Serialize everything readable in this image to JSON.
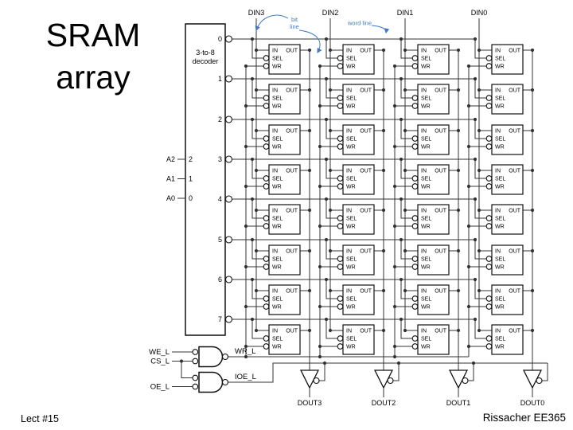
{
  "slide": {
    "title_line1": "SRAM",
    "title_line2": "array",
    "footer_left": "Lect #15",
    "footer_right": "Rissacher EE365"
  },
  "diagram": {
    "decoder": {
      "label_line1": "3-to-8",
      "label_line2": "decoder",
      "output_pins": [
        "0",
        "1",
        "2",
        "3",
        "4",
        "5",
        "6",
        "7"
      ],
      "address_inputs": [
        {
          "label": "A2",
          "pin": "2"
        },
        {
          "label": "A1",
          "pin": "1"
        },
        {
          "label": "A0",
          "pin": "0"
        }
      ]
    },
    "data_inputs": [
      "DIN3",
      "DIN2",
      "DIN1",
      "DIN0"
    ],
    "data_outputs": [
      "DOUT3",
      "DOUT2",
      "DOUT1",
      "DOUT0"
    ],
    "cell_pins": {
      "in": "IN",
      "out": "OUT",
      "sel": "SEL",
      "wr": "WR"
    },
    "control_signals": {
      "we": "WE_L",
      "cs": "CS_L",
      "oe": "OE_L",
      "wr": "WR_L",
      "ioe": "IOE_L"
    },
    "annotations": {
      "bit_line_1": "bit",
      "bit_line_2": "line",
      "word_line": "word line"
    },
    "grid": {
      "rows": 8,
      "cols": 4
    }
  },
  "colors": {
    "wire": "#333333",
    "component": "#111111",
    "text": "#000000",
    "annotation": "#3f7cc4",
    "background": "#ffffff"
  }
}
